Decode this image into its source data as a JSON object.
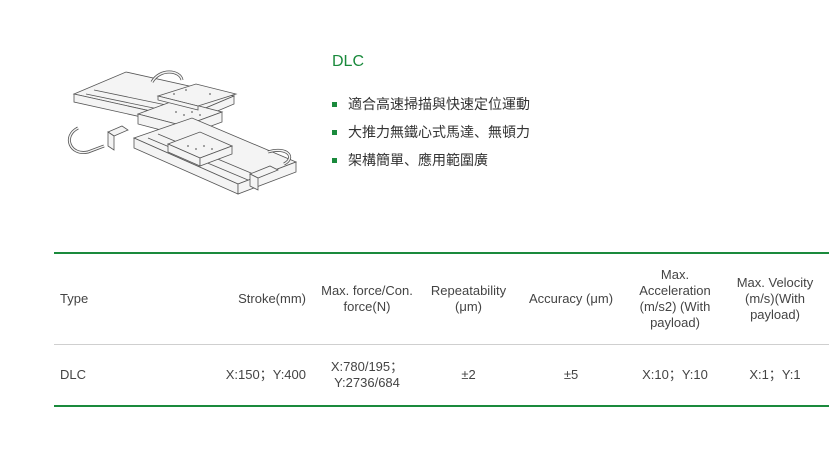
{
  "product": {
    "title": "DLC",
    "features": [
      "適合高速掃描與快速定位運動",
      "大推力無鐵心式馬達、無頓力",
      "架構簡單、應用範圍廣"
    ]
  },
  "colors": {
    "accent": "#1a8a3c",
    "divider": "#cfcfcf"
  },
  "icons": {
    "bullet": "square-bullet-icon"
  },
  "table": {
    "headers": [
      "Type",
      "Stroke(mm)",
      "Max. force/Con. force(N)",
      "Repeatability (μm)",
      "Accuracy (μm)",
      "Max. Acceleration (m/s2) (With payload)",
      "Max. Velocity (m/s)(With payload)"
    ],
    "rows": [
      [
        "DLC",
        "X:150；Y:400",
        "X:780/195；Y:2736/684",
        "±2",
        "±5",
        "X:10；Y:10",
        "X:1；Y:1"
      ]
    ]
  }
}
